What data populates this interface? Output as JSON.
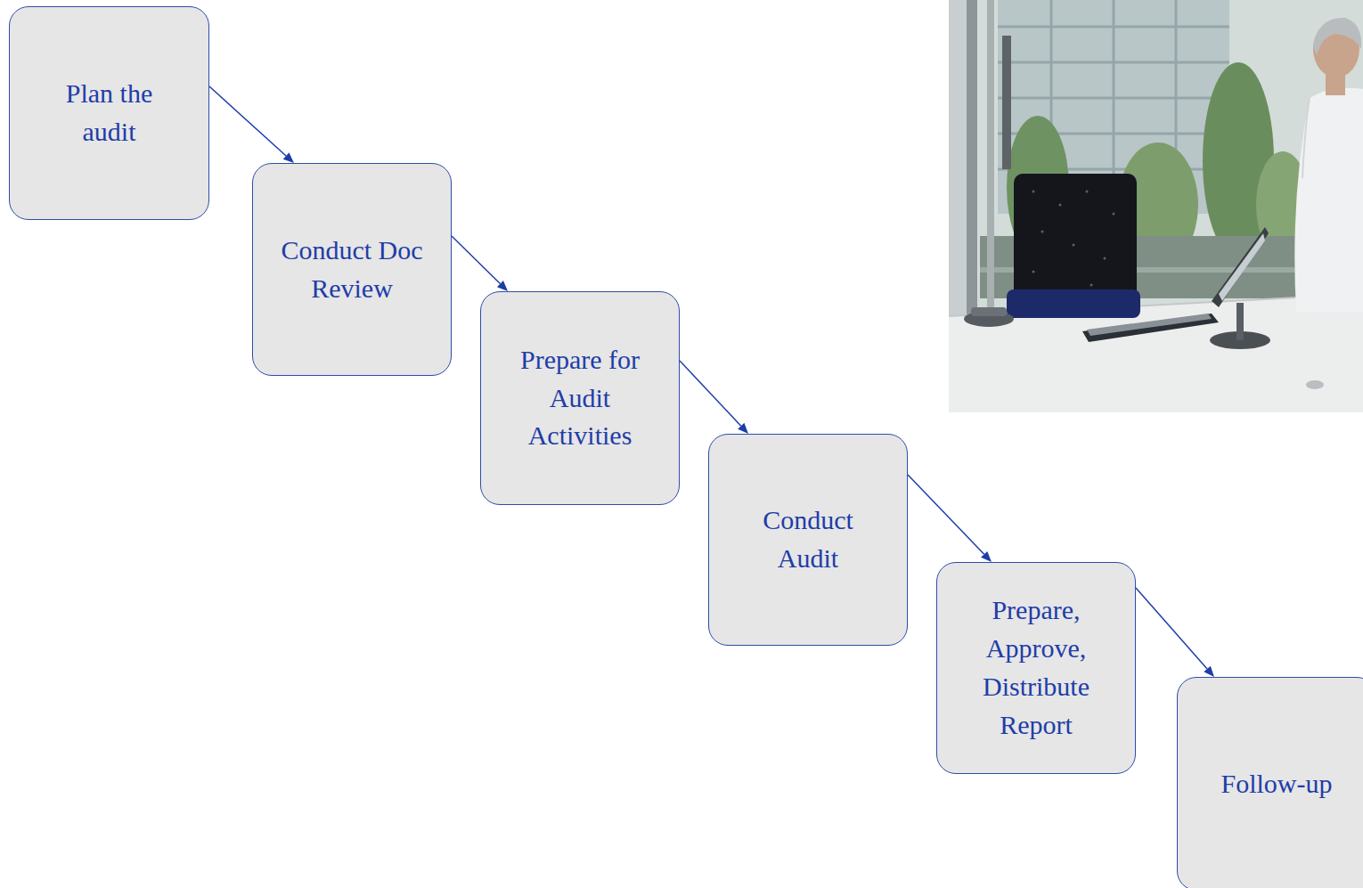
{
  "diagram": {
    "nodes": [
      {
        "text": [
          "Plan the audit"
        ]
      },
      {
        "text": [
          "Conduct Doc Review"
        ]
      },
      {
        "text": [
          "Prepare for Audit Activities"
        ]
      },
      {
        "text": [
          "Conduct Audit"
        ]
      },
      {
        "text": [
          "Prepare, Approve, Distribute Report"
        ]
      },
      {
        "text": [
          "Follow-up"
        ]
      }
    ],
    "edges": [
      {
        "from": 0,
        "to": 1,
        "arrow": "to"
      },
      {
        "from": 1,
        "to": 2,
        "arrow": "to"
      },
      {
        "from": 2,
        "to": 3,
        "arrow": "to"
      },
      {
        "from": 3,
        "to": 4,
        "arrow": "to"
      },
      {
        "from": 4,
        "to": 5,
        "arrow": "to"
      }
    ]
  }
}
